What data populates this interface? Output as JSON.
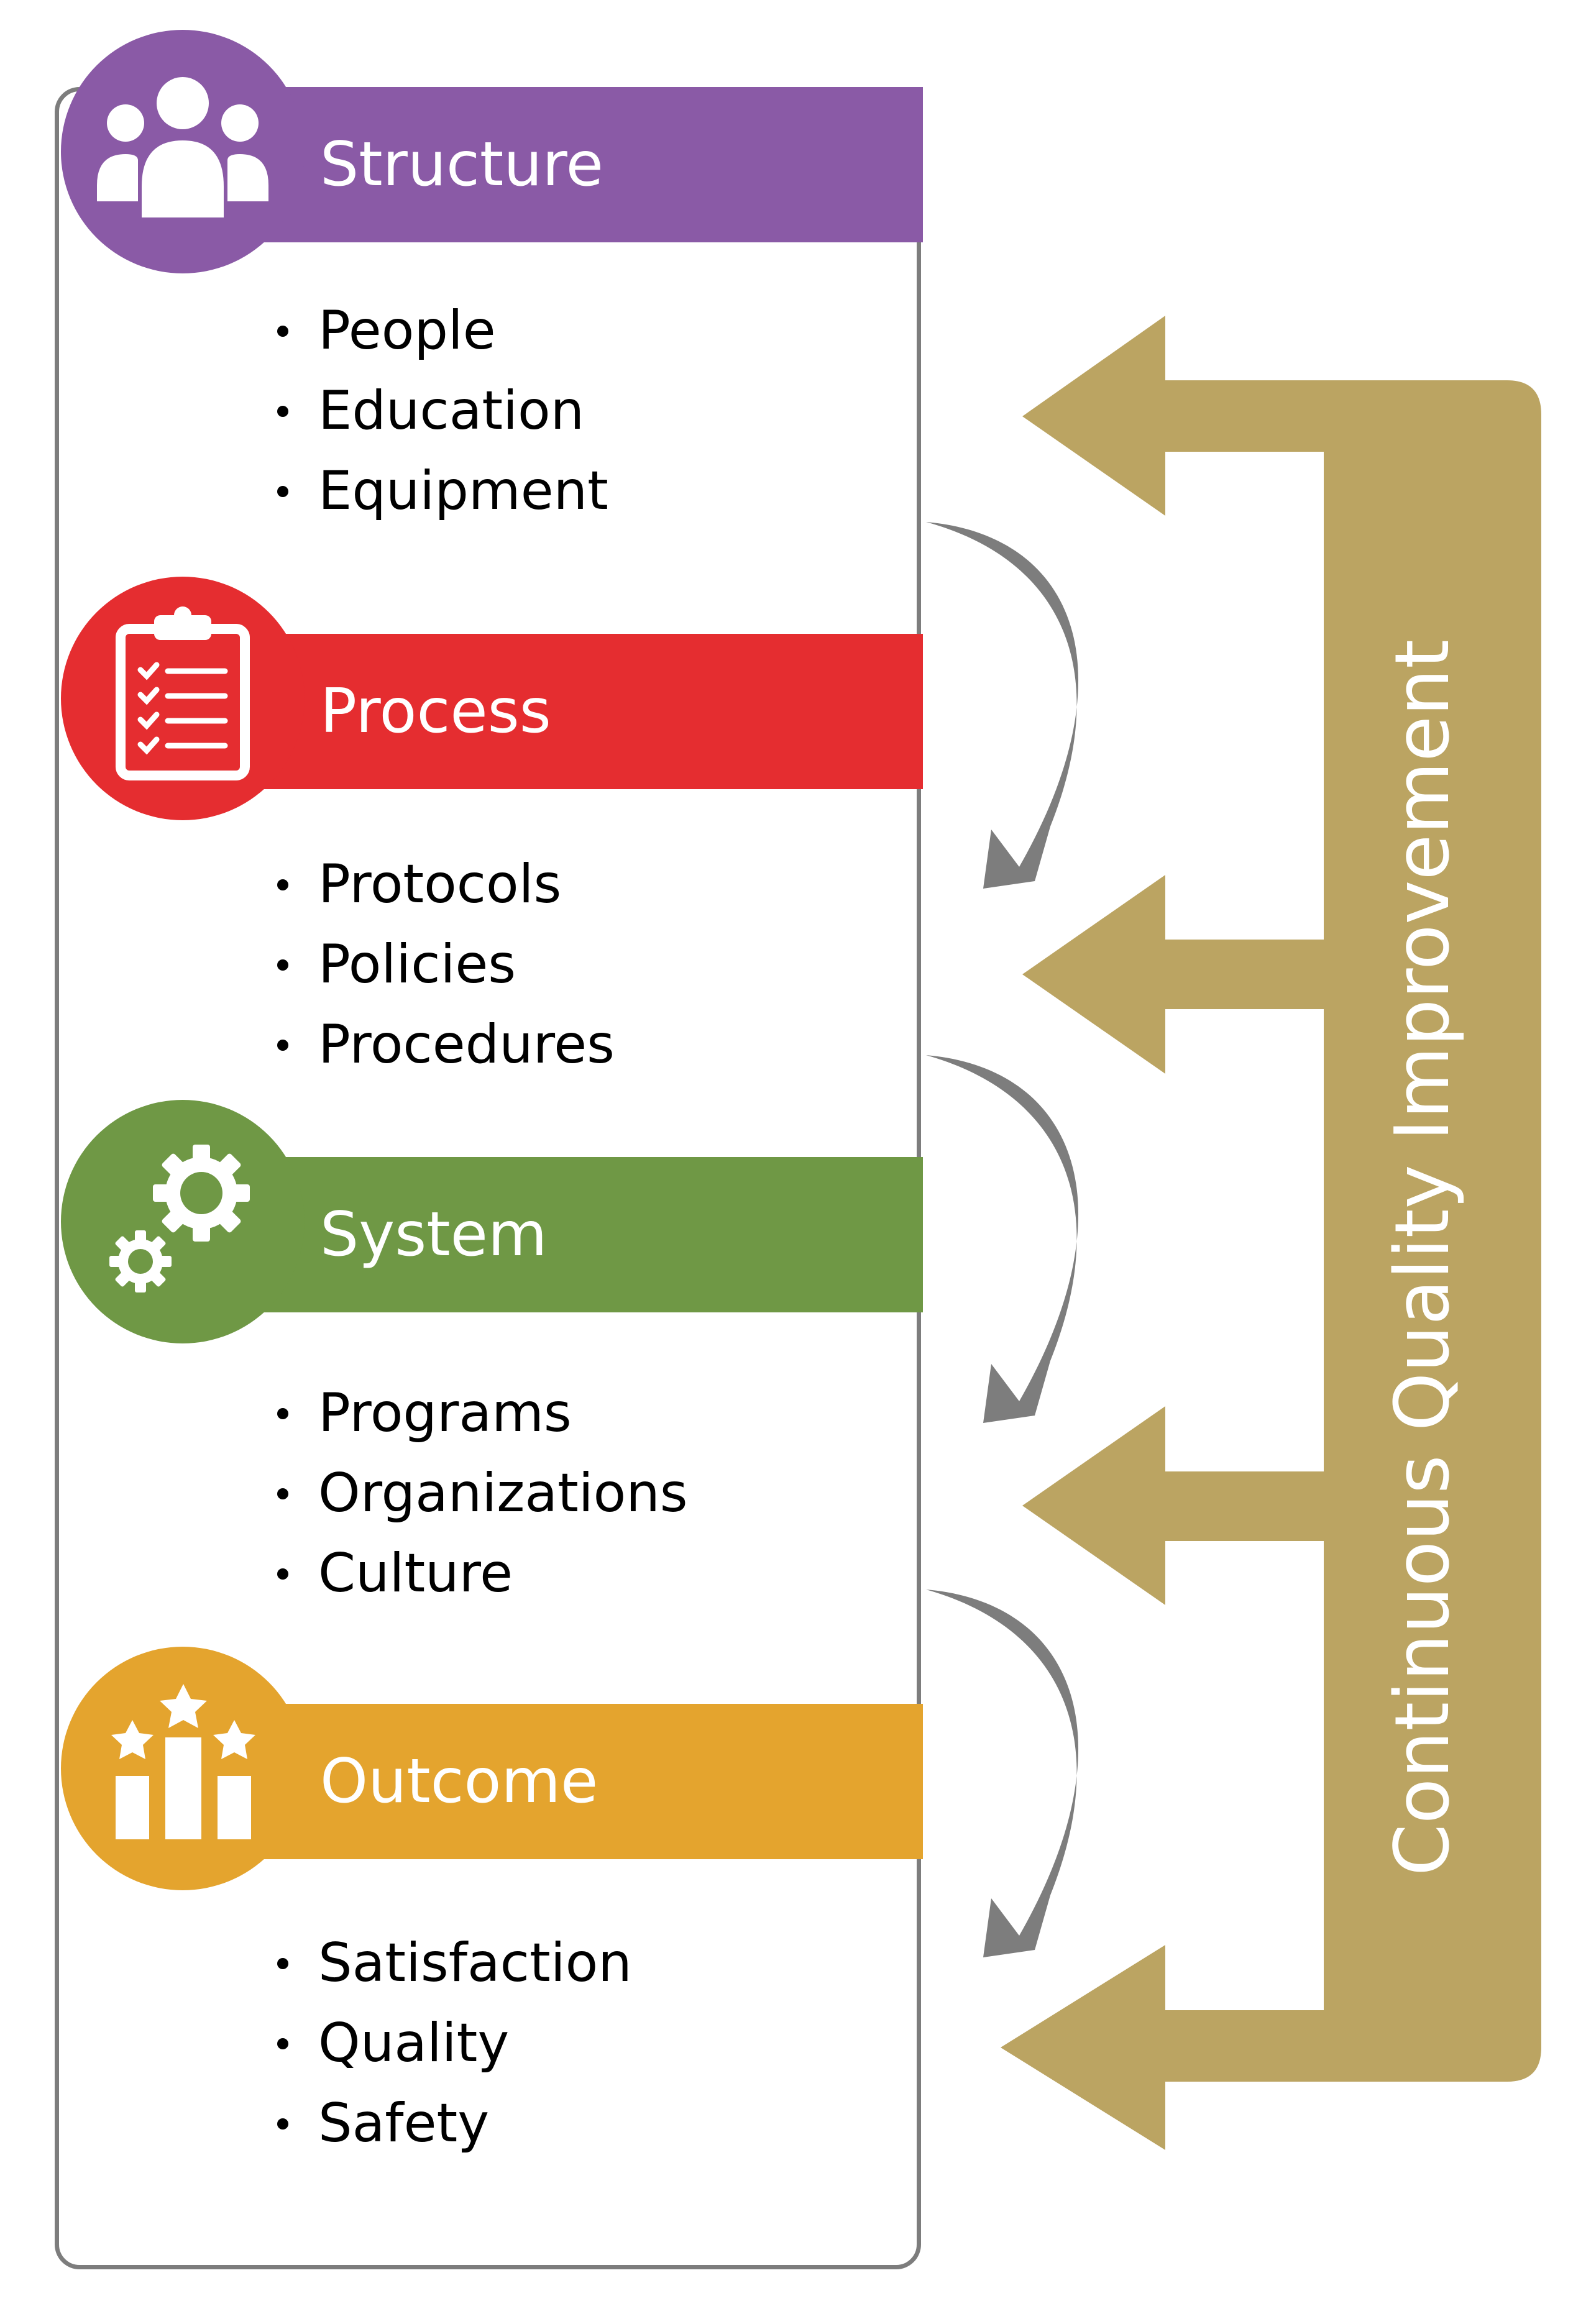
{
  "colors": {
    "structure": "#8a5aa6",
    "process": "#e52d30",
    "system": "#6f9845",
    "outcome": "#e4a42e",
    "feedback": "#bba462",
    "flow_arrow": "#7d7d7d",
    "frame": "#7d7d7d"
  },
  "steps": [
    {
      "title": "Structure",
      "icon": "people-icon",
      "items": [
        "People",
        "Education",
        "Equipment"
      ]
    },
    {
      "title": "Process",
      "icon": "clipboard-checklist-icon",
      "items": [
        "Protocols",
        "Policies",
        "Procedures"
      ]
    },
    {
      "title": "System",
      "icon": "gears-icon",
      "items": [
        "Programs",
        "Organizations",
        "Culture"
      ]
    },
    {
      "title": "Outcome",
      "icon": "podium-stars-icon",
      "items": [
        "Satisfaction",
        "Quality",
        "Safety"
      ]
    }
  ],
  "feedback_loop": {
    "label": "Continuous Quality Improvement"
  }
}
